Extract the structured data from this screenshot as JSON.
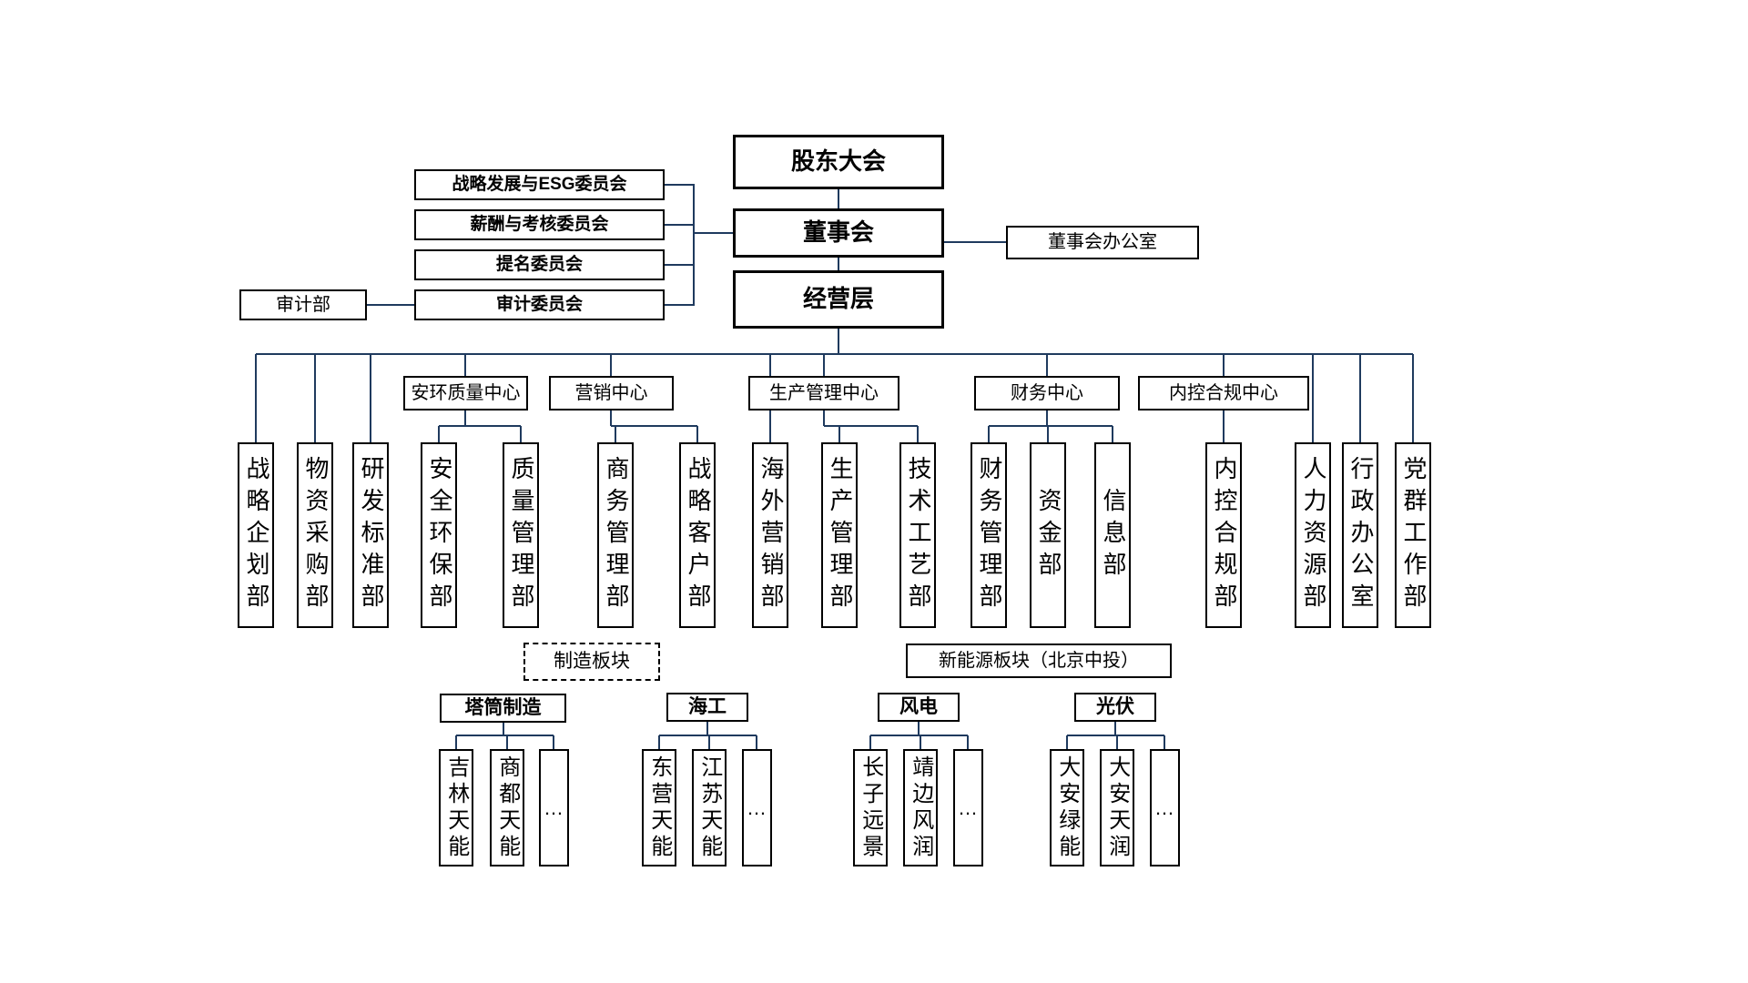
{
  "top": {
    "shareholders": "股东大会",
    "board": "董事会",
    "management": "经营层",
    "board_office": "董事会办公室"
  },
  "committees": [
    "战略发展与ESG委员会",
    "薪酬与考核委员会",
    "提名委员会",
    "审计委员会"
  ],
  "audit_dept": "审计部",
  "centers": [
    "安环质量中心",
    "营销中心",
    "生产管理中心",
    "财务中心",
    "内控合规中心"
  ],
  "departments": [
    "战略企划部",
    "物资采购部",
    "研发标准部",
    "安全环保部",
    "质量管理部",
    "商务管理部",
    "战略客户部",
    "海外营销部",
    "生产管理部",
    "技术工艺部",
    "财务管理部",
    "资金部",
    "信息部",
    "内控合规部",
    "人力资源部",
    "行政办公室",
    "党群工作部"
  ],
  "sections": {
    "manufacturing": "制造板块",
    "new_energy": "新能源板块（北京中投）"
  },
  "business_units": [
    {
      "name": "塔筒制造",
      "children": [
        "吉林天能",
        "商都天能",
        "…"
      ]
    },
    {
      "name": "海工",
      "children": [
        "东营天能",
        "江苏天能",
        "…"
      ]
    },
    {
      "name": "风电",
      "children": [
        "长子远景",
        "靖边风润",
        "…"
      ]
    },
    {
      "name": "光伏",
      "children": [
        "大安绿能",
        "大安天润",
        "…"
      ]
    }
  ],
  "colors": {
    "line": "#1f3a5e",
    "border": "#000000",
    "background": "#ffffff"
  }
}
